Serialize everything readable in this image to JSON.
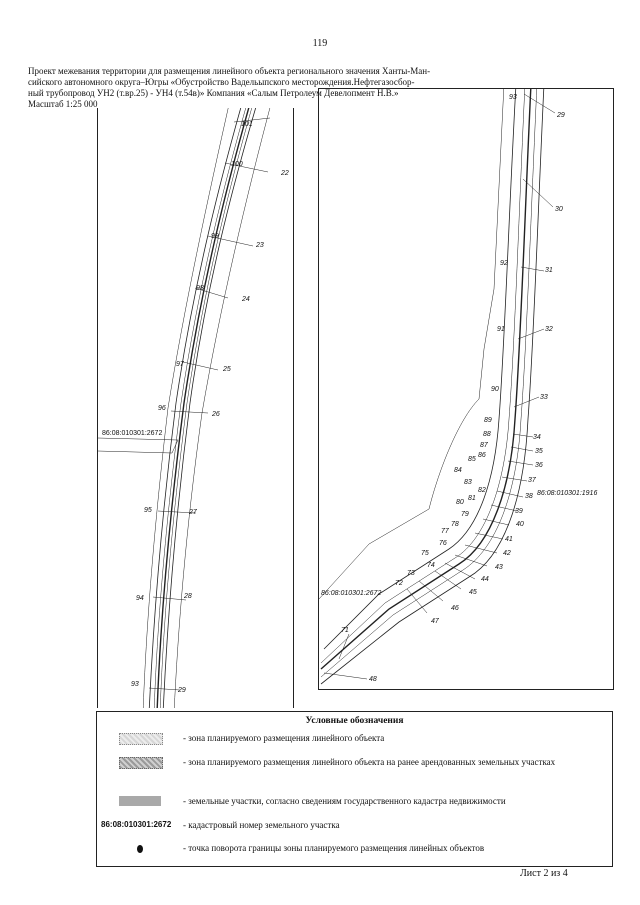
{
  "page": {
    "number": "119",
    "sheet": "Лист 2 из 4"
  },
  "header": {
    "lines": [
      "Проект межевания территории для размещения линейного объекта регионального значения Ханты-Ман-",
      "сийского автономного округа–Югры «Обустройство Вадельыпского месторождения.Нефтегазосбор-",
      "ный трубопровод УН2 (т.вр.25) - УН4 (т.54в)» Компания «Салым Петролеум Девелопмент Н.В.»",
      "Масштаб 1:25 000"
    ]
  },
  "map_left": {
    "inner_labels": [
      "101",
      "100",
      "99",
      "98",
      "97",
      "96",
      "95",
      "94",
      "93"
    ],
    "outer_labels": [
      "22",
      "23",
      "24",
      "25",
      "26",
      "27",
      "28",
      "29"
    ],
    "cadastral_number": "86:08:010301:2672"
  },
  "map_right": {
    "top_labels": [
      "93",
      "29",
      "30",
      "31",
      "32",
      "33"
    ],
    "inner_labels": [
      "92",
      "91",
      "90",
      "89",
      "88",
      "87",
      "86",
      "85",
      "84",
      "83",
      "82",
      "81",
      "80",
      "79",
      "78",
      "77",
      "76",
      "75",
      "74",
      "73",
      "72",
      "71"
    ],
    "outer_labels": [
      "34",
      "35",
      "36",
      "37",
      "38",
      "39",
      "40",
      "41",
      "42",
      "43",
      "44",
      "45",
      "46",
      "47",
      "48"
    ],
    "cadastral_number_a": "86:08:010301:1916",
    "cadastral_number_b": "86:08:010301:2672"
  },
  "legend": {
    "title": "Условные обозначения",
    "items": [
      {
        "text": "- зона планируемого размещения линейного объекта"
      },
      {
        "text": "- зона планируемого размещения линейного объекта на ранее арендованных земельных участках"
      },
      {
        "text": "- земельные участки, согласно сведениям государственного кадастра недвижимости"
      },
      {
        "symbol_text": "86:08:010301:2672",
        "text": "- кадастровый номер земельного участка"
      },
      {
        "text": "- точка поворота границы зоны планируемого размещения линейных объектов"
      }
    ]
  }
}
